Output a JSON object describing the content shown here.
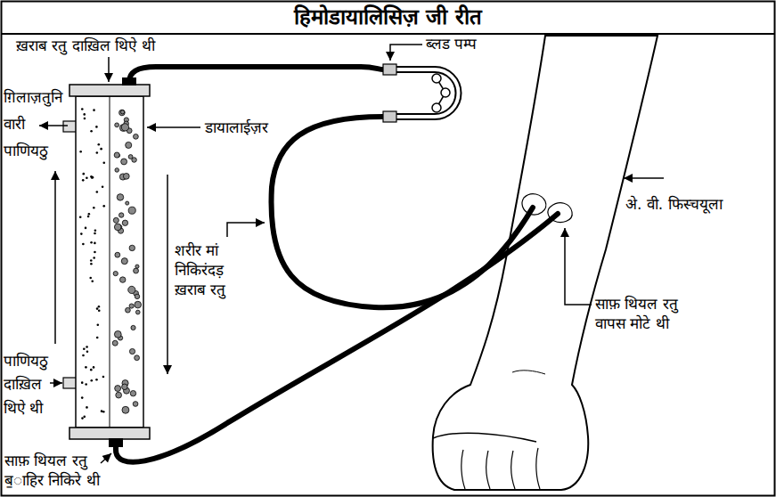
{
  "diagram": {
    "title": "हिमोडायालिसिज़ जी रीत",
    "labels": [
      "ख़राब रतु दाख़िल थिऐ थी",
      "ब्लड पम्प",
      "ग़िलाज़तुनि वारी पाणियठु",
      "डायालाईज़र",
      "शरीर मां निकिरंदड़ ख़राब रतु",
      "अे. वी. फिस्चयूला",
      "पाणियठु दाख़िल थिऐ थी",
      "साफ़ थियल रतु वापस मोटे थी",
      "साफ़ थियल रतु ब॒ाहिर निकिरे थी"
    ]
  }
}
